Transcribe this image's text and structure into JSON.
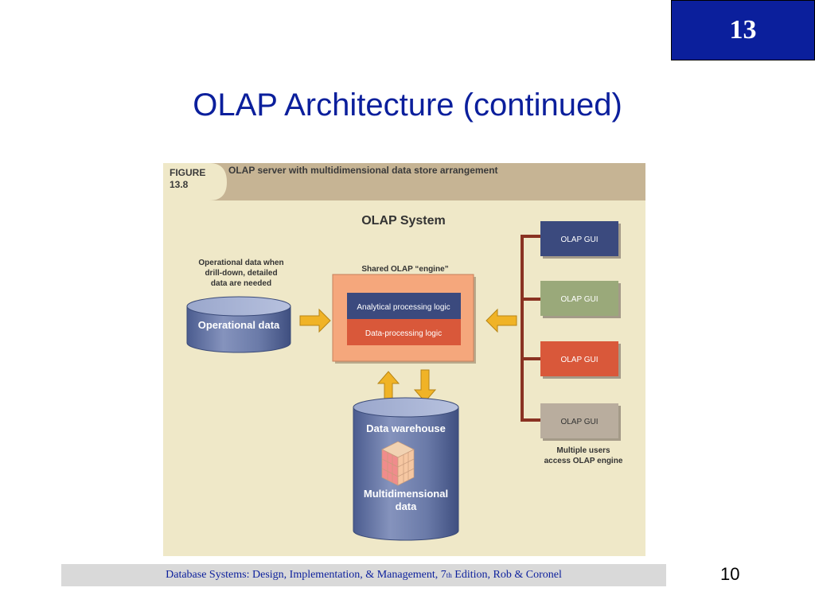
{
  "chapter_number": "13",
  "slide_title": "OLAP Architecture (continued)",
  "figure": {
    "label_line1": "FIGURE",
    "label_line2": "13.8",
    "caption": "OLAP server with multidimensional data store arrangement",
    "system_title": "OLAP System",
    "operational_note_line1": "Operational data when",
    "operational_note_line2": "drill-down, detailed",
    "operational_note_line3": "data are needed",
    "operational_db_label": "Operational data",
    "engine_title": "Shared OLAP “engine”",
    "analytical_logic": "Analytical processing logic",
    "data_logic": "Data-processing logic",
    "warehouse_title": "Data warehouse",
    "multidim_line1": "Multidimensional",
    "multidim_line2": "data",
    "gui_labels": [
      "OLAP GUI",
      "OLAP GUI",
      "OLAP GUI",
      "OLAP GUI"
    ],
    "users_note_line1": "Multiple users",
    "users_note_line2": "access OLAP engine",
    "colors": {
      "gui_navy": "#3b4a7e",
      "gui_green": "#9aa97a",
      "gui_red": "#d9583a",
      "gui_gray": "#b9ad9e",
      "engine_frame": "#f5a77c",
      "arrow": "#f0b326",
      "connector": "#8a3222"
    }
  },
  "footer": {
    "text_before_sup": "Database Systems: Design, Implementation, & Management, 7",
    "sup": "th",
    "text_after_sup": " Edition, Rob & Coronel"
  },
  "page_number": "10"
}
